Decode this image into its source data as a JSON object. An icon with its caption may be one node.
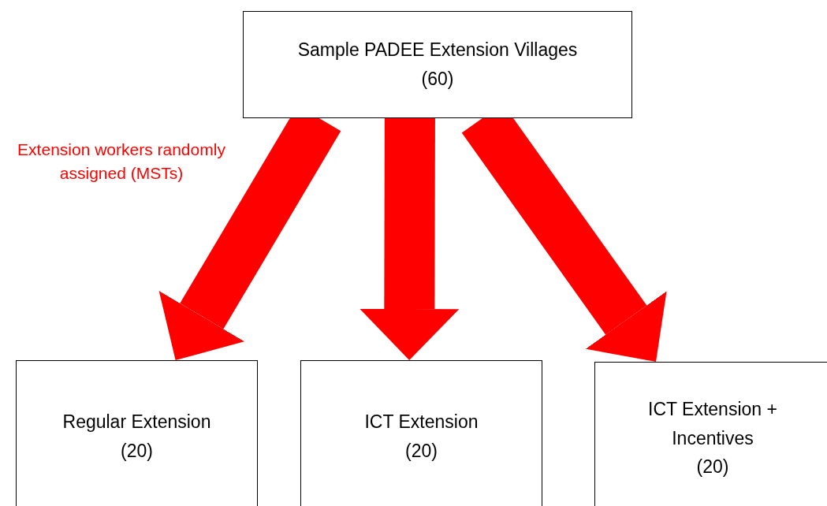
{
  "diagram": {
    "nodes": [
      {
        "text": [
          "Sample PADEE Extension Villages",
          "(60)"
        ]
      },
      {
        "text": [
          "Regular Extension",
          "(20)"
        ]
      },
      {
        "text": [
          "ICT Extension",
          "(20)"
        ]
      },
      {
        "text": [
          "ICT Extension + Incentives",
          "(20)"
        ]
      }
    ],
    "edges": [
      {
        "from": 0,
        "to": 1,
        "arrow": "to",
        "label": "Extension workers randomly assigned (MSTs)"
      },
      {
        "from": 0,
        "to": 2,
        "arrow": "to"
      },
      {
        "from": 0,
        "to": 3,
        "arrow": "to"
      }
    ]
  }
}
